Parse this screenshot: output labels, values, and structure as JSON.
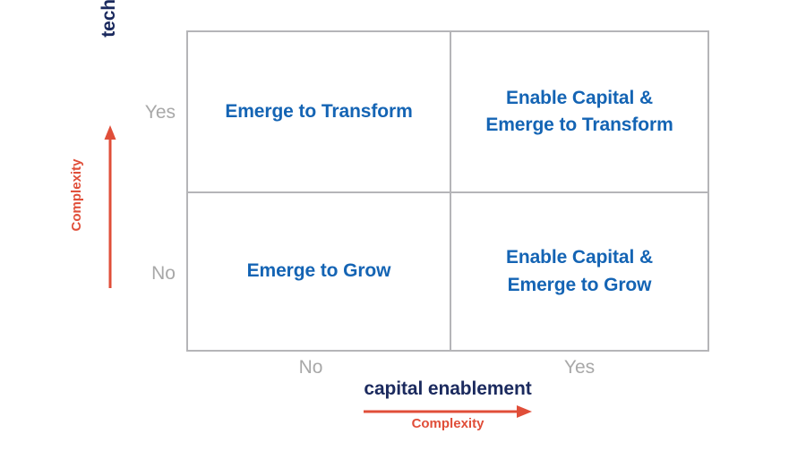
{
  "chart_data": {
    "type": "table",
    "title": "",
    "xlabel": "capital enablement",
    "ylabel": "technology transformation",
    "x_ticks": [
      "No",
      "Yes"
    ],
    "y_ticks": [
      "No",
      "Yes"
    ],
    "x_direction_label": "Complexity",
    "y_direction_label": "Complexity",
    "grid": true,
    "quadrants": [
      {
        "x": "No",
        "y": "Yes",
        "position": "top-left",
        "label": "Emerge to Transform"
      },
      {
        "x": "Yes",
        "y": "Yes",
        "position": "top-right",
        "label": "Enable Capital &\nEmerge to Transform"
      },
      {
        "x": "No",
        "y": "No",
        "position": "bottom-left",
        "label": "Emerge to Grow"
      },
      {
        "x": "Yes",
        "y": "No",
        "position": "bottom-right",
        "label": "Enable Capital &\nEmerge to Grow"
      }
    ],
    "colors": {
      "quadrant_text": "#1464b4",
      "axis_title": "#1b2a5e",
      "tick_label": "#a8a8a8",
      "accent_arrow": "#e04e39",
      "gridline": "#b5b5b8",
      "background": "#ffffff"
    }
  },
  "matrix": {
    "top_left": {
      "line1": "Emerge to Transform"
    },
    "top_right": {
      "line1": "Enable Capital &",
      "line2": "Emerge to Transform"
    },
    "bottom_left": {
      "line1": "Emerge to Grow"
    },
    "bottom_right": {
      "line1": "Enable Capital &",
      "line2": "Emerge to Grow"
    }
  },
  "y_axis": {
    "title": "technology transformation",
    "tick_high": "Yes",
    "tick_low": "No",
    "direction_label": "Complexity"
  },
  "x_axis": {
    "title": "capital enablement",
    "tick_low": "No",
    "tick_high": "Yes",
    "direction_label": "Complexity"
  }
}
